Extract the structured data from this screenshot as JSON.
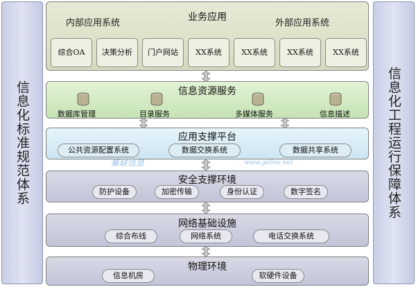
{
  "side": {
    "left": "信息化标准规范体系",
    "right": "信息化工程运行保障体系"
  },
  "business": {
    "title": "业务应用",
    "internal": "内部应用系统",
    "external": "外部应用系统",
    "apps": [
      "综合OA",
      "决策分析",
      "门户网站",
      "XX系统",
      "XX系统",
      "XX系统",
      "XX系统"
    ]
  },
  "info_service": {
    "title": "信息资源服务",
    "items": [
      "数据库管理",
      "目录服务",
      "多媒体服务",
      "信息描述"
    ]
  },
  "app_support": {
    "title": "应用支撑平台",
    "items": [
      "公共资源配置系统",
      "数据交换系统",
      "数据共享系统"
    ]
  },
  "watermark": {
    "text": "集联信息",
    "url": "www.geline.net"
  },
  "security": {
    "title": "安全支撑环境",
    "items": [
      "防护设备",
      "加密传输",
      "身份认证",
      "数字签名"
    ]
  },
  "network": {
    "title": "网络基础设施",
    "items": [
      "综合布线",
      "网络系统",
      "电话交换系统"
    ]
  },
  "physical": {
    "title": "物理环境",
    "items": [
      "信息机房",
      "软硬件设备"
    ]
  },
  "colors": {
    "business_bg": "#dfe0c8",
    "info_bg": "#d3ebc4",
    "support_bg": "#d7ecf6",
    "lower_bg": "#c9ccdd",
    "side_bg": "#d3d8ec"
  }
}
